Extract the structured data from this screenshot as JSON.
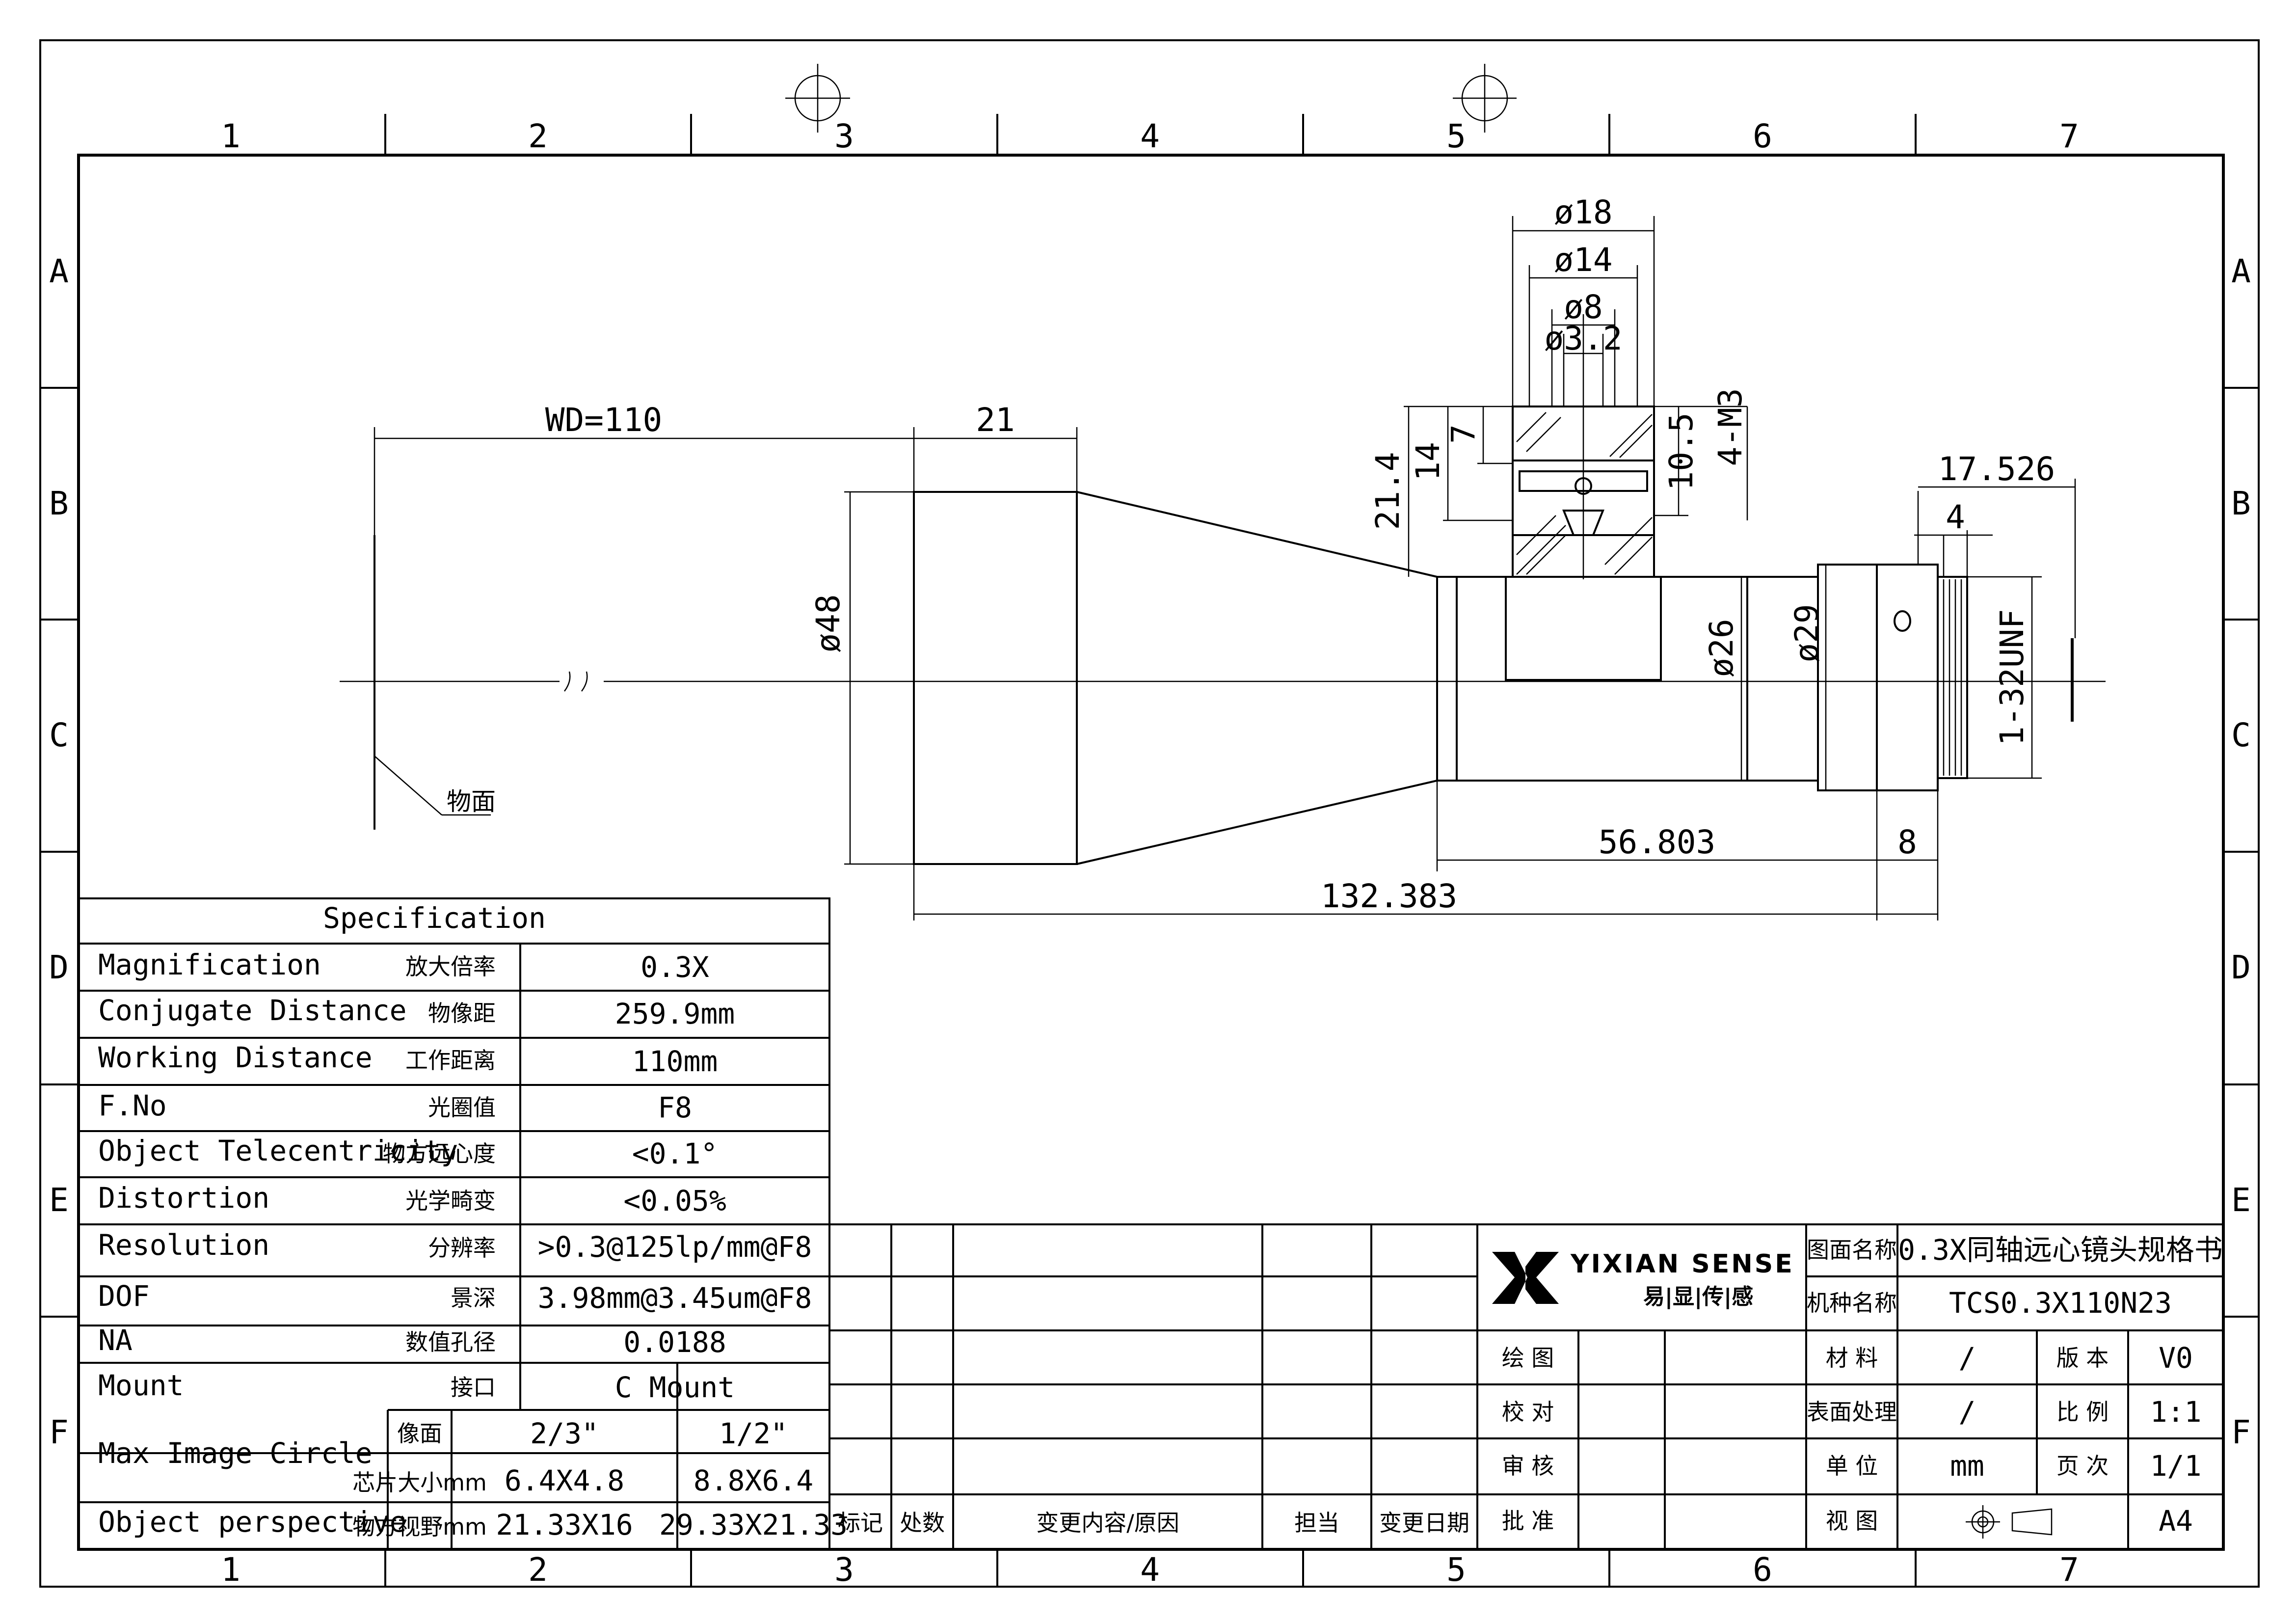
{
  "grid": {
    "columns": [
      "1",
      "2",
      "3",
      "4",
      "5",
      "6",
      "7"
    ],
    "rows": [
      "A",
      "B",
      "C",
      "D",
      "E",
      "F"
    ]
  },
  "dimensions": {
    "d18": "ø18",
    "d14": "ø14",
    "d8": "ø8",
    "d3_2": "ø3.2",
    "wd": "WD=110",
    "len21": "21",
    "h21_4": "21.4",
    "h14": "14",
    "h7": "7",
    "h10_5": "10.5",
    "thread_m3": "4-M3",
    "d48": "ø48",
    "d26": "ø26",
    "d29": "ø29",
    "len17_526": "17.526",
    "len4": "4",
    "thread_unf": "1-32UNF",
    "len56_803": "56.803",
    "len8": "8",
    "len132_383": "132.383",
    "object_plane": "物面"
  },
  "spec": {
    "title": "Specification",
    "rows": [
      {
        "en": "Magnification",
        "cn": "放大倍率",
        "val": "0.3X"
      },
      {
        "en": "Conjugate Distance",
        "cn": "物像距",
        "val": "259.9mm"
      },
      {
        "en": "Working Distance",
        "cn": "工作距离",
        "val": "110mm"
      },
      {
        "en": "F.No",
        "cn": "光圈值",
        "val": "F8"
      },
      {
        "en": "Object Telecentricity",
        "cn": "物方远心度",
        "val": "<0.1°"
      },
      {
        "en": "Distortion",
        "cn": "光学畸变",
        "val": "<0.05%"
      },
      {
        "en": "Resolution",
        "cn": "分辨率",
        "val": ">0.3@125lp/mm@F8"
      },
      {
        "en": "DOF",
        "cn": "景深",
        "val": "3.98mm@3.45um@F8"
      },
      {
        "en": "NA",
        "cn": "数值孔径",
        "val": "0.0188"
      },
      {
        "en": "Mount",
        "cn": "接口",
        "val": "C Mount"
      }
    ],
    "max_image_circle": "Max Image Circle",
    "image_plane": "像面",
    "sensor_size": "芯片大小mm",
    "sizes": [
      "2/3\"",
      "1/2\""
    ],
    "sensor_vals": [
      "6.4X4.8",
      "8.8X6.4"
    ],
    "object_perspective": "Object perspective",
    "object_fov": "物方视野mm",
    "fov_vals": [
      "21.33X16",
      "29.33X21.33"
    ]
  },
  "revision": {
    "mark": "标记",
    "count": "处数",
    "content": "变更内容/原因",
    "owner": "担当",
    "date": "变更日期"
  },
  "title_block": {
    "brand": "YIXIAN SENSE",
    "brand_cn": "易|显|传|感",
    "drawing_name_label": "图面名称",
    "drawing_name": "0.3X同轴远心镜头规格书",
    "model_label": "机种名称",
    "model": "TCS0.3X110N23",
    "drawn": "绘 图",
    "checked": "校 对",
    "reviewed": "审 核",
    "approved": "批 准",
    "material_label": "材 料",
    "material": "/",
    "version_label": "版 本",
    "version": "V0",
    "surface_label": "表面处理",
    "surface": "/",
    "scale_label": "比 例",
    "scale": "1:1",
    "unit_label": "单 位",
    "unit": "mm",
    "page_label": "页 次",
    "page": "1/1",
    "view_label": "视 图",
    "size": "A4"
  }
}
